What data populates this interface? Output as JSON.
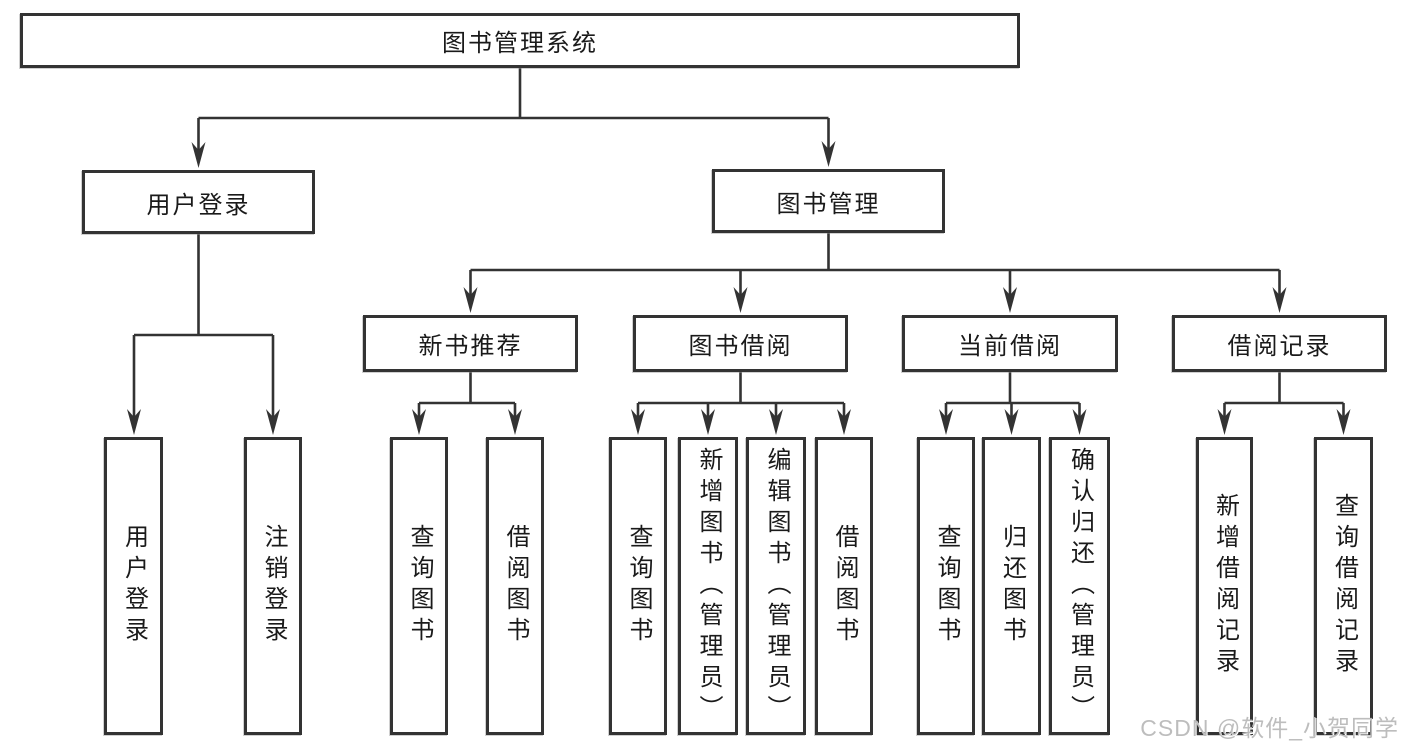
{
  "colors": {
    "line": "#333333",
    "box_border": "#333333",
    "box_fill": "#ffffff",
    "text": "#1a1a1a",
    "watermark": "#b9b9b9"
  },
  "watermark": {
    "text": "CSDN @软件_小贺同学"
  },
  "tree": {
    "root": {
      "label": "图书管理系统",
      "children": [
        {
          "label": "用户登录",
          "children": [
            {
              "label": "用户登录"
            },
            {
              "label": "注销登录"
            }
          ]
        },
        {
          "label": "图书管理",
          "children": [
            {
              "label": "新书推荐",
              "children": [
                {
                  "label": "查询图书"
                },
                {
                  "label": "借阅图书"
                }
              ]
            },
            {
              "label": "图书借阅",
              "children": [
                {
                  "label": "查询图书"
                },
                {
                  "label": "新增图书（管理员）"
                },
                {
                  "label": "编辑图书（管理员）"
                },
                {
                  "label": "借阅图书"
                }
              ]
            },
            {
              "label": "当前借阅",
              "children": [
                {
                  "label": "查询图书"
                },
                {
                  "label": "归还图书"
                },
                {
                  "label": "确认归还（管理员）"
                }
              ]
            },
            {
              "label": "借阅记录",
              "children": [
                {
                  "label": "新增借阅记录"
                },
                {
                  "label": "查询借阅记录"
                }
              ]
            }
          ]
        }
      ]
    }
  }
}
